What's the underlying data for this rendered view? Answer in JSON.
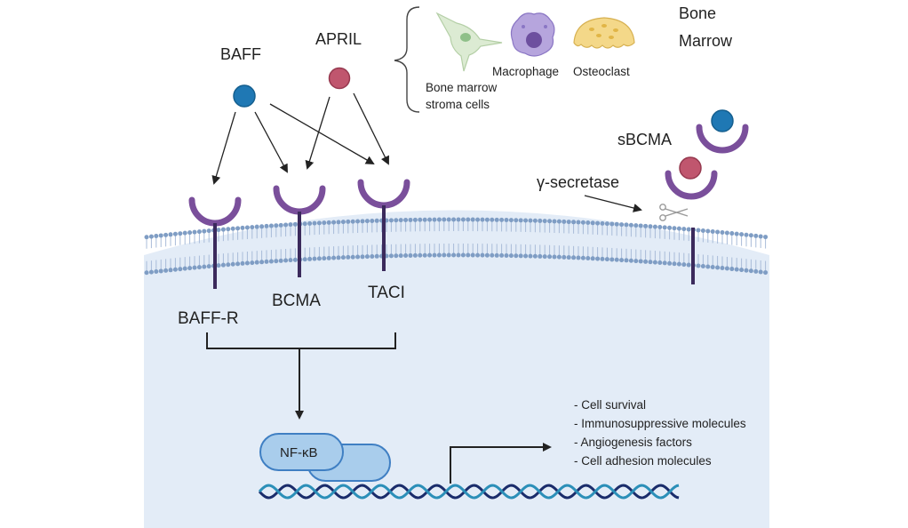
{
  "ligands": {
    "baff": "BAFF",
    "april": "APRIL"
  },
  "bone_marrow": {
    "title_line1": "Bone",
    "title_line2": "Marrow",
    "stroma_line1": "Bone marrow",
    "stroma_line2": "stroma cells",
    "macrophage": "Macrophage",
    "osteoclast": "Osteoclast"
  },
  "receptors": {
    "baff_r": "BAFF-R",
    "bcma": "BCMA",
    "taci": "TACI"
  },
  "cleavage": {
    "sbcma": "sBCMA",
    "gamma_secretase": "γ-secretase"
  },
  "nfkb": "NF-κB",
  "outcomes": [
    "- Cell survival",
    "- Immunosuppressive molecules",
    "- Angiogenesis factors",
    "- Cell adhesion molecules"
  ],
  "colors": {
    "cytoplasm": "#e3ecf7",
    "membrane_bead": "#7f9dc4",
    "receptor": "#7a4f9b",
    "receptor_stem": "#3b2a5c",
    "baff_ligand": "#1f78b4",
    "april_ligand": "#c0566e",
    "nfkb_fill": "#a9cdec",
    "nfkb_stroke": "#3f7fc3",
    "dna_strand_a": "#1a2c6b",
    "dna_strand_b": "#2b8fb8"
  }
}
